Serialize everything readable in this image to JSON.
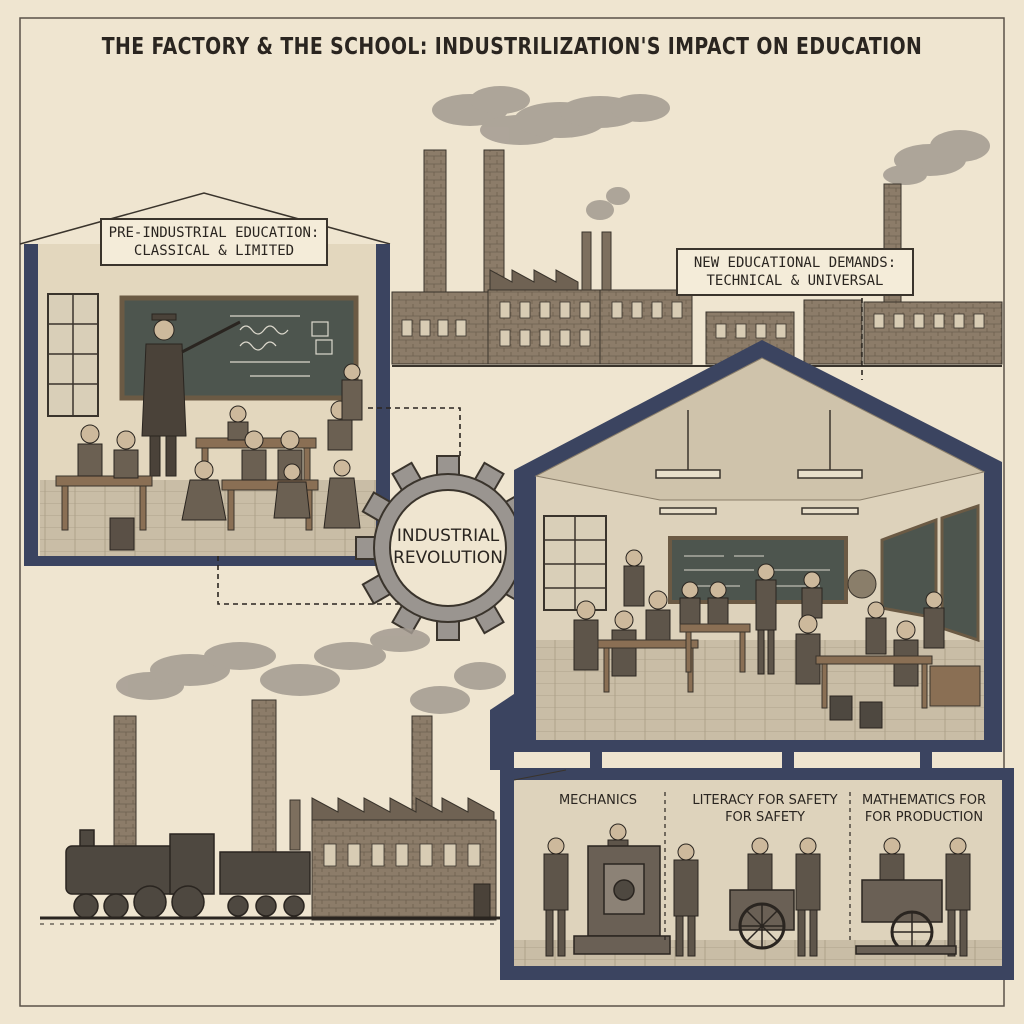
{
  "title": "THE FACTORY & THE SCHOOL: INDUSTRILIZATION'S IMPACT ON EDUCATION",
  "pre_industrial": {
    "line1": "PRE-INDUSTRIAL EDUCATION:",
    "line2": "CLASSICAL & LIMITED"
  },
  "new_demands": {
    "line1": "NEW EDUCATIONAL DEMANDS:",
    "line2": "TECHNICAL & UNIVERSAL"
  },
  "gear": {
    "line1": "INDUSTRIAL",
    "line2": "REVOLUTION"
  },
  "skills": [
    {
      "line1": "MECHANICS",
      "line2": ""
    },
    {
      "line1": "LITERACY FOR SAFETY",
      "line2": "FOR SAFETY"
    },
    {
      "line1": "MATHEMATICS FOR",
      "line2": "FOR PRODUCTION"
    }
  ],
  "colors": {
    "paper": "#efe5d0",
    "frame": "#3b4460",
    "ink": "#2a2520",
    "brick": "#8a7a68",
    "smoke": "#9a928a"
  }
}
